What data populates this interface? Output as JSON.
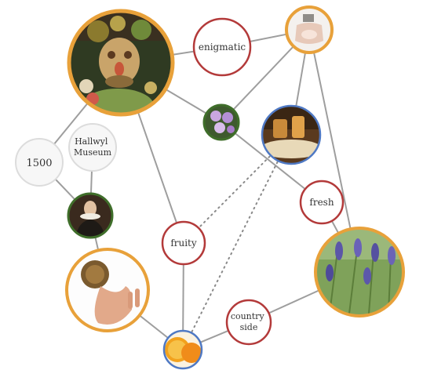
{
  "nodes": {
    "arcimboldo": {
      "kind": "image",
      "icon": "portrait-painting-icon"
    },
    "enigmatic": {
      "kind": "text",
      "label": "enigmatic"
    },
    "perfume-bottle": {
      "kind": "image",
      "icon": "perfume-bottle-icon"
    },
    "hallwyl": {
      "kind": "text",
      "label": "Hallwyl Museum"
    },
    "year-1500": {
      "kind": "text",
      "label": "1500"
    },
    "flowers": {
      "kind": "image",
      "icon": "purple-flowers-icon"
    },
    "perfume-tray": {
      "kind": "image",
      "icon": "perfume-tray-icon"
    },
    "portrait-lady": {
      "kind": "image",
      "icon": "portrait-lady-icon"
    },
    "fresh": {
      "kind": "text",
      "label": "fresh"
    },
    "fruity": {
      "kind": "text",
      "label": "fruity"
    },
    "lavender": {
      "kind": "image",
      "icon": "lavender-field-icon"
    },
    "pomander": {
      "kind": "image",
      "icon": "pomander-hand-icon"
    },
    "countryside": {
      "kind": "text",
      "label": "country side"
    },
    "orange": {
      "kind": "image",
      "icon": "orange-slice-icon"
    }
  },
  "colors": {
    "orange_ring": "#e8a13a",
    "red_ring": "#b33a3a",
    "green_ring": "#3f6e2a",
    "blue_ring": "#4f79c4",
    "grey_ring": "#dcdcdc",
    "edge": "#9e9e9e"
  },
  "edges": [
    [
      "arcimboldo",
      "enigmatic"
    ],
    [
      "arcimboldo",
      "flowers"
    ],
    [
      "arcimboldo",
      "year-1500"
    ],
    [
      "arcimboldo",
      "fruity"
    ],
    [
      "enigmatic",
      "perfume-bottle"
    ],
    [
      "perfume-bottle",
      "flowers"
    ],
    [
      "perfume-bottle",
      "perfume-tray"
    ],
    [
      "perfume-bottle",
      "lavender"
    ],
    [
      "flowers",
      "fresh"
    ],
    [
      "year-1500",
      "portrait-lady"
    ],
    [
      "hallwyl",
      "portrait-lady"
    ],
    [
      "portrait-lady",
      "pomander"
    ],
    [
      "fresh",
      "lavender"
    ],
    [
      "fruity",
      "orange"
    ],
    [
      "pomander",
      "orange"
    ],
    [
      "orange",
      "countryside"
    ],
    [
      "countryside",
      "lavender"
    ]
  ],
  "dotted_edges": [
    [
      "perfume-tray",
      "fruity"
    ],
    [
      "perfume-tray",
      "orange"
    ]
  ]
}
